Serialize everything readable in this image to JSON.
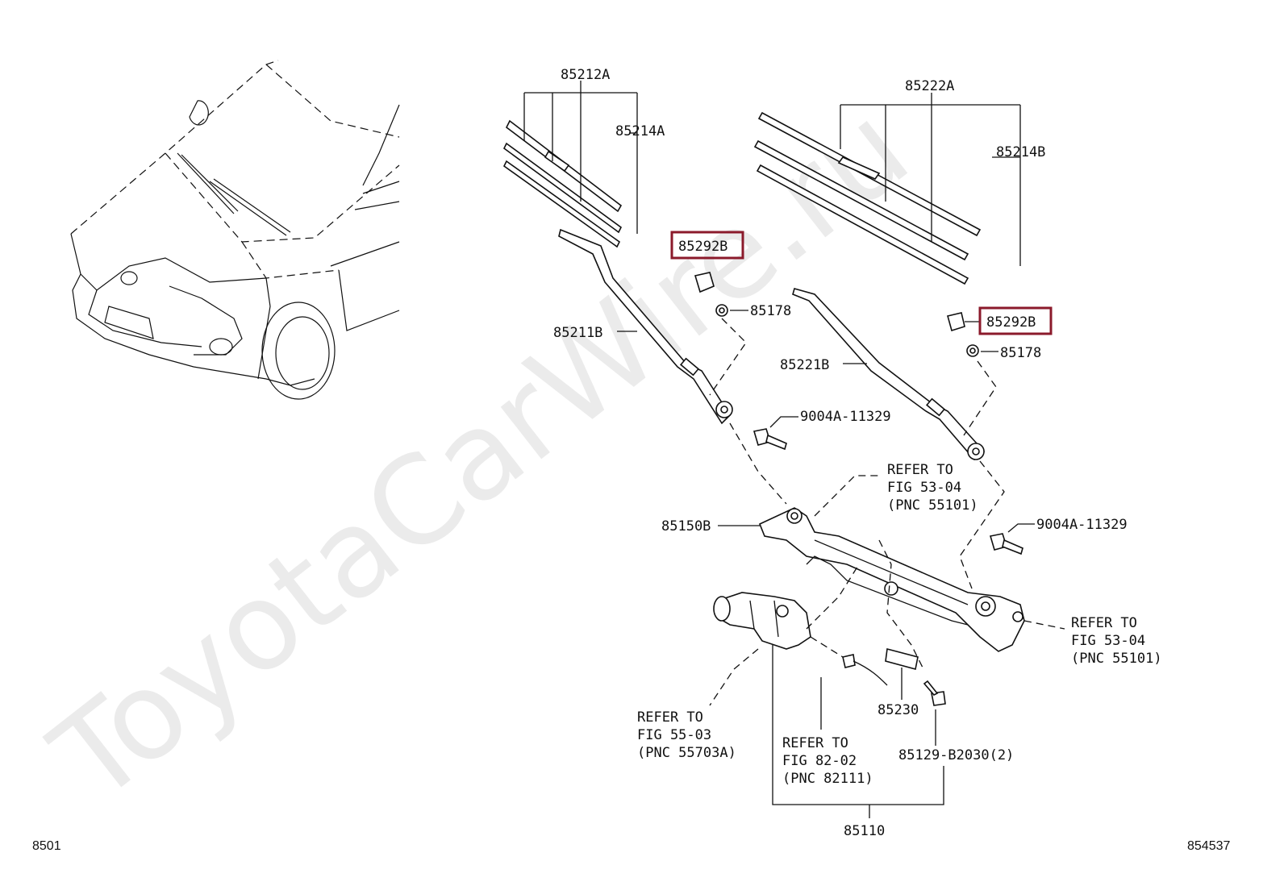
{
  "watermark": "ToyotaCarWire.ru",
  "page_code_left": "8501",
  "page_code_right": "854537",
  "highlight_color": "#8b1a2b",
  "parts": {
    "blade_right_top": "85212A",
    "refill_right": "85214A",
    "blade_left_top": "85222A",
    "refill_left": "85214B",
    "cap_right": "85292B",
    "cap_left": "85292B",
    "nut_right": "85178",
    "nut_left": "85178",
    "arm_right": "85211B",
    "arm_left": "85221B",
    "bolt_top": "9004A-11329",
    "bolt_right": "9004A-11329",
    "link": "85150B",
    "bracket": "85230",
    "screw": "85129-B2030(2)",
    "motor_assy": "85110"
  },
  "refs": {
    "ref_top": [
      "REFER TO",
      "FIG 53-04",
      "(PNC 55101)"
    ],
    "ref_right": [
      "REFER TO",
      "FIG 53-04",
      "(PNC 55101)"
    ],
    "ref_motor": [
      "REFER TO",
      "FIG 55-03",
      "(PNC 55703A)"
    ],
    "ref_connector": [
      "REFER TO",
      "FIG 82-02",
      "(PNC 82111)"
    ]
  }
}
